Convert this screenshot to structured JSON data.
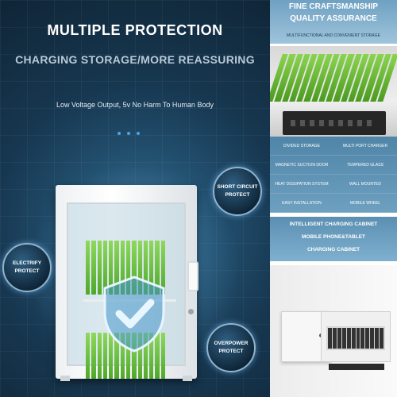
{
  "left": {
    "title": "MULTIPLE PROTECTION",
    "subtitle": "CHARGING STORAGE/MORE REASSURING",
    "caption": "Low Voltage Output, 5v No Harm To Human Body",
    "badges": {
      "short_circuit": {
        "line1": "SHORT CIRCUIT",
        "line2": "PROTECT"
      },
      "electrify": {
        "line1": "ELECTRIFY",
        "line2": "PROTECT"
      },
      "overpower": {
        "line1": "OVERPOWER",
        "line2": "PROTECT"
      }
    }
  },
  "right": {
    "title_line1": "FINE CRAFTSMANSHIP",
    "title_line2": "QUALITY ASSURANCE",
    "subtitle": "MULTIFUNCTIONAL AND CONVENIENT STORAGE",
    "features": [
      "DIVIDED STORAGE",
      "MULTI PORT CHARGER",
      "MAGNETIC SUCTION DOOR",
      "TEMPERED GLASS",
      "HEAT DISSIPATION SYSTEM",
      "WALL MOUNTED",
      "EASY INSTALLATION",
      "MOBILE WHEEL"
    ],
    "band": {
      "line1": "INTELLIGENT CHARGING CABINET",
      "line2": "MOBILE PHONE&TABLET",
      "line3": "CHARGING CABINET"
    }
  },
  "colors": {
    "left_bg": "#173750",
    "accent_blue": "#4da3e6",
    "slot_green": "#6cc23c",
    "right_band": "#5b8fb2"
  }
}
